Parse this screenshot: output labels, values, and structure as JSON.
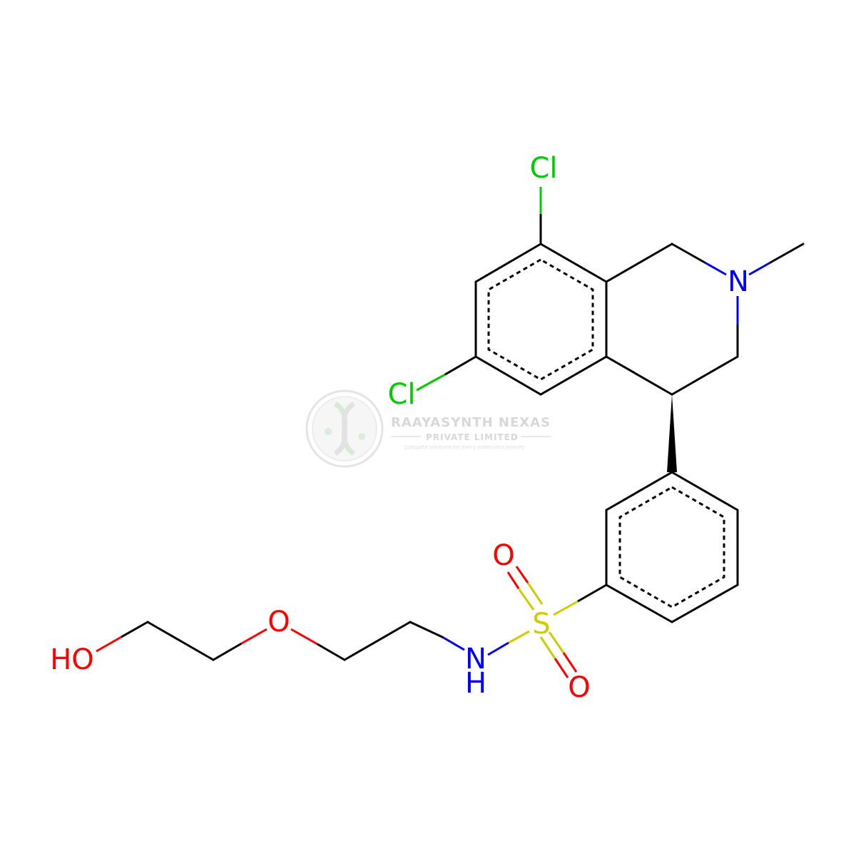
{
  "colors": {
    "carbon": "#000000",
    "nitrogen": "#0000FF",
    "oxygen": "#FF0000",
    "chlorine": "#00CC00",
    "sulfur": "#CCCC00",
    "watermark": "#d8d8d8"
  },
  "atoms": {
    "cl_top": "Cl",
    "cl_left": "Cl",
    "n_ring": "N",
    "s": "S",
    "o_top": "O",
    "o_bottom": "O",
    "nh_n": "N",
    "nh_h": "H",
    "o_ether": "O",
    "ho": "HO"
  },
  "watermark": {
    "logo": "dna-helix-logo",
    "title": "RAAYASYNTH NEXAS",
    "subtitle": "PRIVATE LIMITED",
    "tagline": "Complete solutions for every molecule's journey"
  }
}
